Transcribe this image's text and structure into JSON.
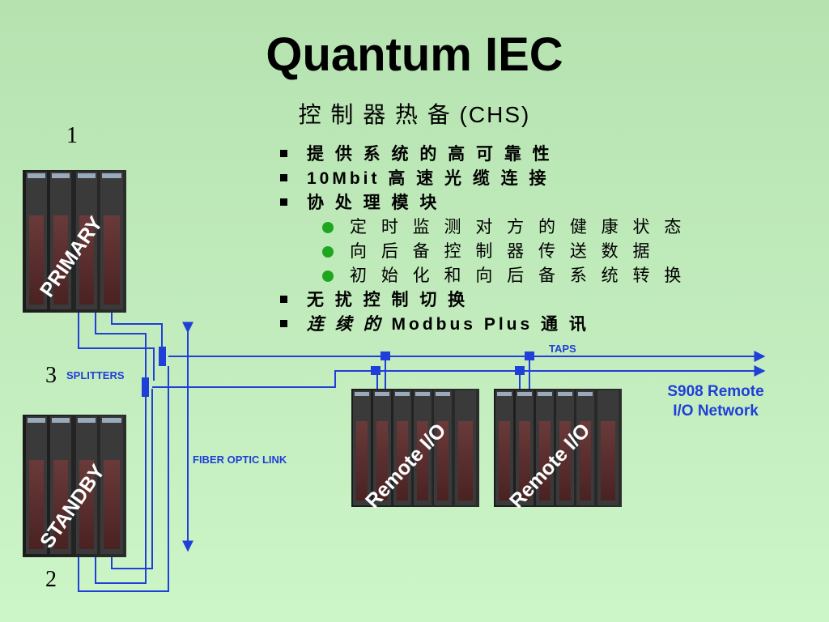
{
  "title": "Quantum IEC",
  "subtitle": "控 制 器 热 备 (CHS)",
  "numbers": {
    "n1": "1",
    "n2": "2",
    "n3": "3"
  },
  "bullets": {
    "b1": "提 供 系 统 的 高 可 靠 性",
    "b2": "10Mbit  高 速 光 缆 连 接",
    "b3": "协 处 理 模 块",
    "s1": "定 时 监 测 对 方 的 健 康 状 态",
    "s2": "向 后 备 控 制 器 传 送 数 据",
    "s3": "初 始 化 和 向 后 备 系 统 转 换",
    "b4": "无 扰 控 制 切 换",
    "b5_italic": "连 续 的",
    "b5_rest": " Modbus Plus  通 讯"
  },
  "labels": {
    "primary": "PRIMARY",
    "standby": "STANDBY",
    "remote1": "Remote I/O",
    "remote2": "Remote I/O",
    "splitters": "SPLITTERS",
    "taps": "TAPS",
    "fiber": "FIBER OPTIC LINK",
    "network_line1": "S908 Remote",
    "network_line2": "I/O Network"
  },
  "colors": {
    "link": "#1f3fd8",
    "bullet_dot": "#1ea71e",
    "background": "#c2ecbd"
  }
}
